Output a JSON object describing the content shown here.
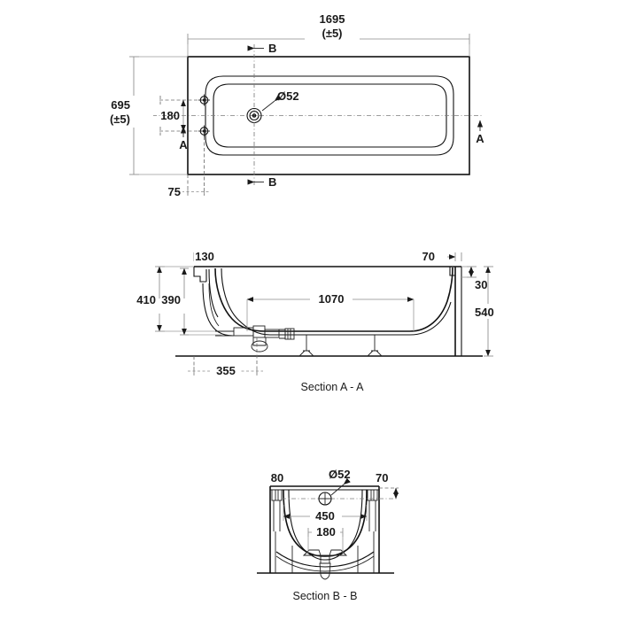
{
  "drawing": {
    "type": "technical-drawing",
    "subject": "rectangular single-ended bath",
    "units": "mm",
    "background_color": "#ffffff",
    "line_color": "#111111",
    "dim_color": "#8a8a8a",
    "text_color": "#1a1a1a"
  },
  "plan_view": {
    "name": "plan-view",
    "overall_length": "1695",
    "overall_length_tolerance": "(±5)",
    "overall_width": "695",
    "overall_width_tolerance": "(±5)",
    "tap_hole_spacing": "180",
    "edge_offset": "75",
    "waste_diameter": "Ø52",
    "section_marker_a": "A",
    "section_marker_b": "B"
  },
  "section_aa": {
    "name": "section-a-a",
    "caption": "Section A - A",
    "rim_to_floor": "410",
    "inner_depth": "390",
    "flat_base_length": "1070",
    "left_rim_width": "130",
    "right_rim_width": "70",
    "rim_thickness": "30",
    "overall_height": "540",
    "waste_from_end": "355"
  },
  "section_bb": {
    "name": "section-b-b",
    "caption": "Section B - B",
    "left_rim_width": "80",
    "right_rim_width": "70",
    "waste_diameter": "Ø52",
    "inner_width": "450",
    "base_width": "180"
  }
}
